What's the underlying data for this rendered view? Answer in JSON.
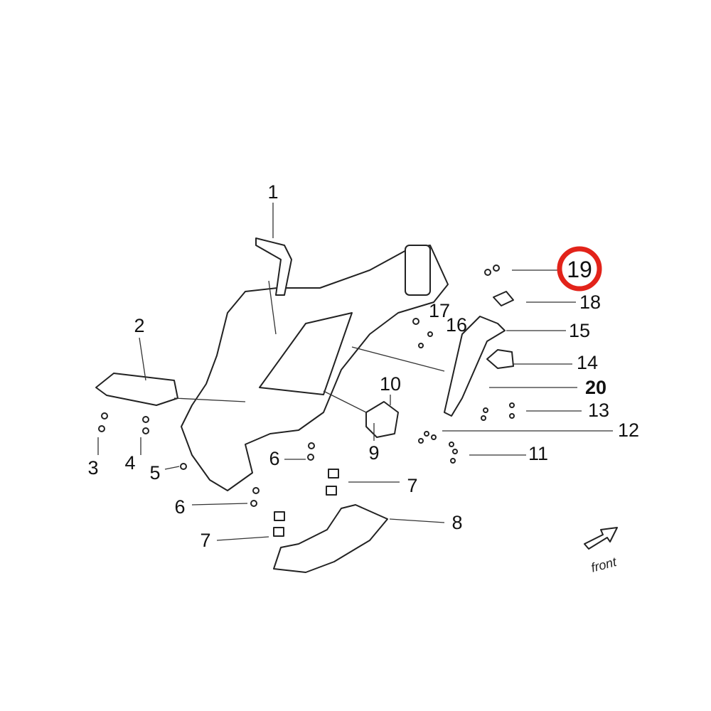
{
  "diagram": {
    "labels": [
      "1",
      "2",
      "3",
      "4",
      "5",
      "6",
      "7",
      "6",
      "7",
      "8",
      "9",
      "10",
      "11",
      "12",
      "13",
      "20",
      "14",
      "15",
      "16",
      "17",
      "18",
      "19"
    ],
    "highlighted_label": "19",
    "highlight_color": "#e2231a",
    "direction_label": "front"
  }
}
